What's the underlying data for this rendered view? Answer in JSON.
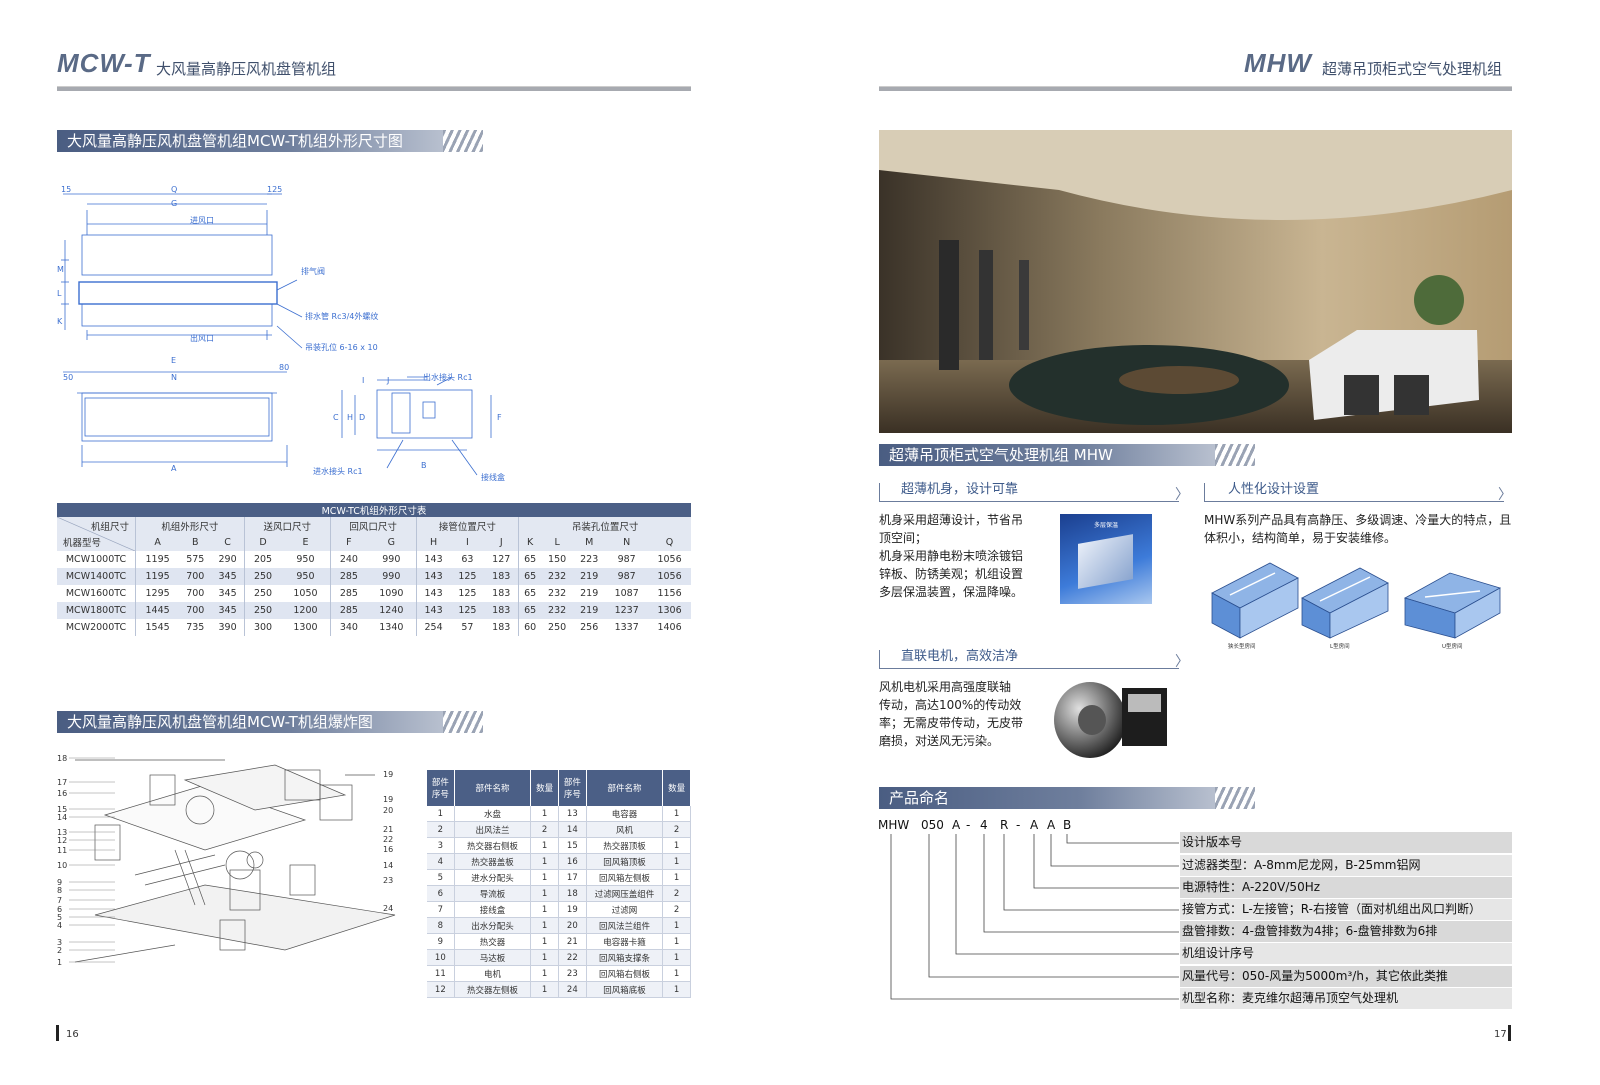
{
  "left_header": {
    "title": "MCW-T",
    "subtitle": "大风量高静压风机盘管机组"
  },
  "right_header": {
    "title": "MHW",
    "subtitle": "超薄吊顶柜式空气处理机组"
  },
  "section1": {
    "banner": "大风量高静压风机盘管机组MCW-T机组外形尺寸图",
    "drawing_labels": {
      "dim15": "15",
      "dimQ": "Q",
      "dimG": "G",
      "dim125": "125",
      "inlet": "进风口",
      "vent": "排气阀",
      "drain": "排水管 Rc3/4外螺纹",
      "outlet": "出风口",
      "hang": "吊装孔位 6-16 x 10",
      "dimE": "E",
      "dim50": "50",
      "dimN": "N",
      "dim80": "80",
      "dimM": "M",
      "dimL": "L",
      "dimK": "K",
      "dimA": "A",
      "waterOut": "出水接头 Rc1",
      "waterIn": "进水接头 Rc1",
      "box": "接线盒",
      "dimJ": "J",
      "dimI": "I",
      "dimC": "C",
      "dimH": "H",
      "dimD": "D",
      "dimF": "F",
      "dimB": "B"
    }
  },
  "dim_table": {
    "caption": "MCW-TC机组外形尺寸表",
    "corner_top": "机组尺寸",
    "corner_bottom": "机器型号",
    "groups": [
      "机组外形尺寸",
      "送风口尺寸",
      "回风口尺寸",
      "接管位置尺寸",
      "吊装孔位置尺寸"
    ],
    "cols": [
      "A",
      "B",
      "C",
      "D",
      "E",
      "F",
      "G",
      "H",
      "I",
      "J",
      "K",
      "L",
      "M",
      "N",
      "Q"
    ],
    "rows": [
      [
        "MCW1000TC",
        "1195",
        "575",
        "290",
        "205",
        "950",
        "240",
        "990",
        "143",
        "63",
        "127",
        "65",
        "150",
        "223",
        "987",
        "1056"
      ],
      [
        "MCW1400TC",
        "1195",
        "700",
        "345",
        "250",
        "950",
        "285",
        "990",
        "143",
        "125",
        "183",
        "65",
        "232",
        "219",
        "987",
        "1056"
      ],
      [
        "MCW1600TC",
        "1295",
        "700",
        "345",
        "250",
        "1050",
        "285",
        "1090",
        "143",
        "125",
        "183",
        "65",
        "232",
        "219",
        "1087",
        "1156"
      ],
      [
        "MCW1800TC",
        "1445",
        "700",
        "345",
        "250",
        "1200",
        "285",
        "1240",
        "143",
        "125",
        "183",
        "65",
        "232",
        "219",
        "1237",
        "1306"
      ],
      [
        "MCW2000TC",
        "1545",
        "735",
        "390",
        "300",
        "1300",
        "340",
        "1340",
        "254",
        "57",
        "183",
        "60",
        "250",
        "256",
        "1337",
        "1406"
      ]
    ]
  },
  "section2": {
    "banner": "大风量高静压风机盘管机组MCW-T机组爆炸图",
    "callouts_left": [
      "18",
      "17",
      "16",
      "15",
      "14",
      "13",
      "12",
      "11",
      "10",
      "9",
      "8",
      "7",
      "6",
      "5",
      "4",
      "3",
      "2",
      "1"
    ],
    "callouts_right": [
      "19",
      "19",
      "20",
      "21",
      "22",
      "16",
      "14",
      "23",
      "24"
    ]
  },
  "parts_table": {
    "headers": [
      "部件\n序号",
      "部件名称",
      "数量",
      "部件\n序号",
      "部件名称",
      "数量"
    ],
    "rows": [
      [
        "1",
        "水盘",
        "1",
        "13",
        "电容器",
        "1"
      ],
      [
        "2",
        "出风法兰",
        "2",
        "14",
        "风机",
        "2"
      ],
      [
        "3",
        "热交器右侧板",
        "1",
        "15",
        "热交器顶板",
        "1"
      ],
      [
        "4",
        "热交器盖板",
        "1",
        "16",
        "回风箱顶板",
        "1"
      ],
      [
        "5",
        "进水分配头",
        "1",
        "17",
        "回风箱左侧板",
        "1"
      ],
      [
        "6",
        "导流板",
        "1",
        "18",
        "过滤网压盖组件",
        "2"
      ],
      [
        "7",
        "接线盒",
        "1",
        "19",
        "过滤网",
        "2"
      ],
      [
        "8",
        "出水分配头",
        "1",
        "20",
        "回风法兰组件",
        "1"
      ],
      [
        "9",
        "热交器",
        "1",
        "21",
        "电容器卡箍",
        "1"
      ],
      [
        "10",
        "马达板",
        "1",
        "22",
        "回风箱支撑条",
        "1"
      ],
      [
        "11",
        "电机",
        "1",
        "23",
        "回风箱右侧板",
        "1"
      ],
      [
        "12",
        "热交器左侧板",
        "1",
        "24",
        "回风箱底板",
        "1"
      ]
    ]
  },
  "mhw": {
    "banner": "超薄吊顶柜式空气处理机组 MHW",
    "features": [
      {
        "title": "超薄机身，设计可靠",
        "lines": [
          "机身采用超薄设计，节省吊",
          "顶空间；",
          "机身采用静电粉末喷涂镀铝",
          "锌板、防锈美观；机组设置",
          "多层保温装置，保温降噪。"
        ]
      },
      {
        "title": "人性化设计设置",
        "lines": [
          "MHW系列产品具有高静压、多级调速、冷量大的特点，且",
          "体积小，结构简单，易于安装维修。"
        ]
      },
      {
        "title": "直联电机，高效洁净",
        "lines": [
          "风机电机采用高强度联轴",
          "传动，高达100%的传动效",
          "率；无需皮带传动，无皮带",
          "磨损，对送风无污染。"
        ]
      }
    ],
    "insulation_label": "多层保温",
    "room_labels": [
      "狭长型房间",
      "L型房间",
      "U型房间"
    ]
  },
  "naming": {
    "banner": "产品命名",
    "code": [
      "MHW",
      "050",
      "A",
      "-",
      "4",
      "R",
      "-",
      "A",
      "A",
      "B"
    ],
    "rows": [
      "设计版本号",
      "过滤器类型：A-8mm尼龙网，B-25mm铝网",
      "电源特性：A-220V/50Hz",
      "接管方式：L-左接管；R-右接管（面对机组出风口判断）",
      "盘管排数：4-盘管排数为4排；6-盘管排数为6排",
      "机组设计序号",
      "风量代号：050-风量为5000m³/h，其它依此类推",
      "机型名称：麦克维尔超薄吊顶空气处理机"
    ]
  },
  "page_left": "16",
  "page_right": "17",
  "colors": {
    "brand": "#4b5f86",
    "title": "#5a6a86",
    "blueprint": "#3c6fd0"
  }
}
